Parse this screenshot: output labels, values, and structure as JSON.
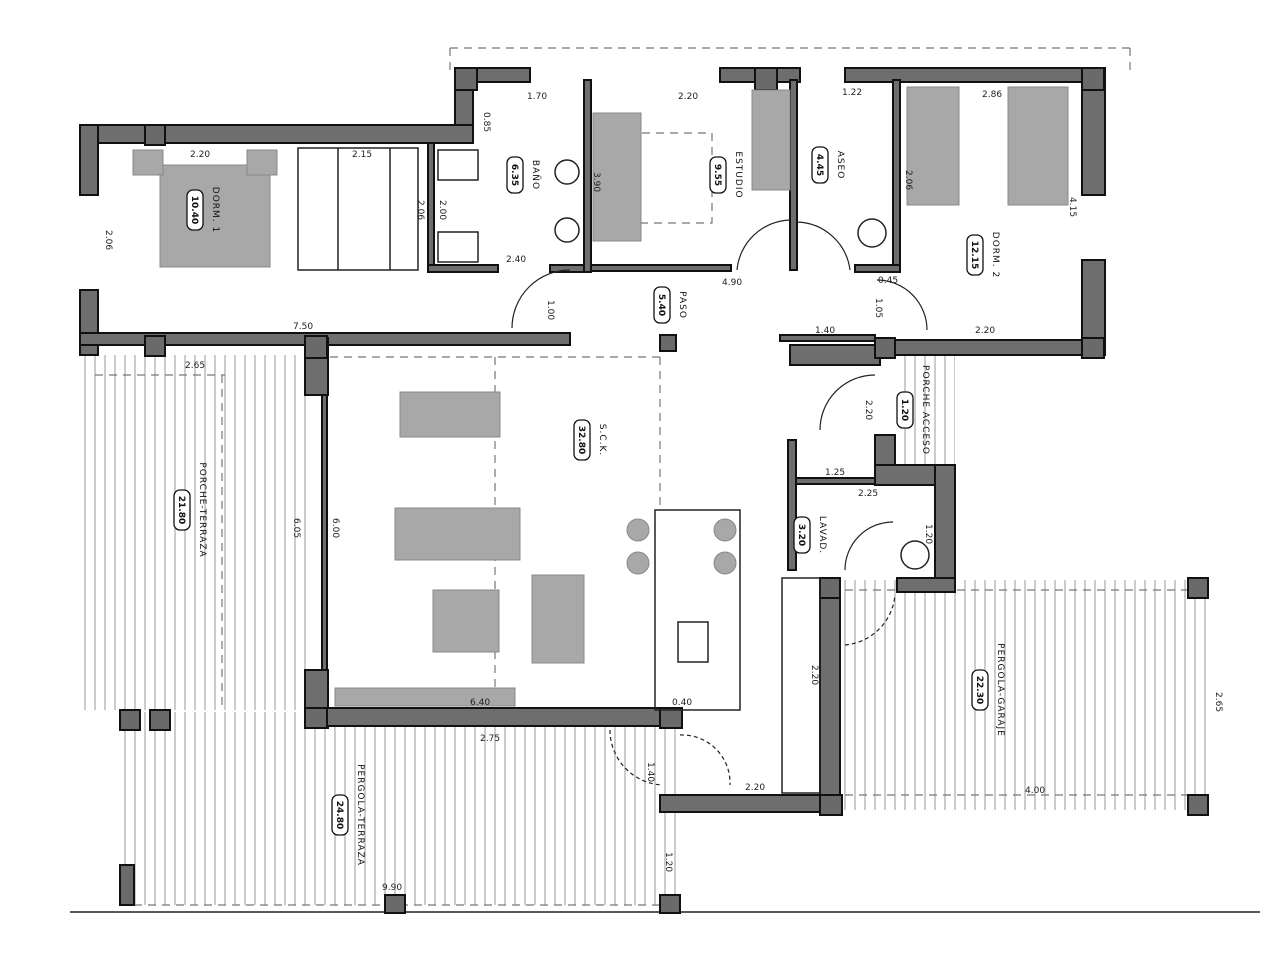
{
  "plan": {
    "rooms": [
      {
        "name": "DORM. 1",
        "area": "10.40"
      },
      {
        "name": "BAÑO",
        "area": "6.35"
      },
      {
        "name": "ESTUDIO",
        "area": "9.55"
      },
      {
        "name": "ASEO",
        "area": "4.45"
      },
      {
        "name": "DORM. 2",
        "area": "12.15"
      },
      {
        "name": "PASO",
        "area": "5.40"
      },
      {
        "name": "S.C.K.",
        "area": "32.80"
      },
      {
        "name": "PORCHE-TERRAZA",
        "area": "21.80"
      },
      {
        "name": "PORCHE ACCESO",
        "area": "1.20"
      },
      {
        "name": "LAVAD.",
        "area": "3.20"
      },
      {
        "name": "PERGOLA-TERRAZA",
        "area": "24.80"
      },
      {
        "name": "PERGOLA-GARAJE",
        "area": "22.30"
      }
    ],
    "dimensions": [
      "1.70",
      "0.85",
      "2.20",
      "1.22",
      "2.86",
      "2.20",
      "2.15",
      "2.06",
      "2.06",
      "2.00",
      "3.90",
      "2.40",
      "1.00",
      "4.90",
      "2.06",
      "4.15",
      "0.45",
      "1.05",
      "1.40",
      "2.20",
      "7.50",
      "2.65",
      "6.05",
      "6.00",
      "2.20",
      "1.25",
      "2.25",
      "1.20",
      "2.20",
      "6.40",
      "0.40",
      "2.75",
      "1.40",
      "2.20",
      "1.20",
      "9.90",
      "4.00",
      "2.65"
    ],
    "colors": {
      "wall": "#6e6e6e",
      "furniture": "#a8a8a8",
      "line": "#111111"
    }
  }
}
